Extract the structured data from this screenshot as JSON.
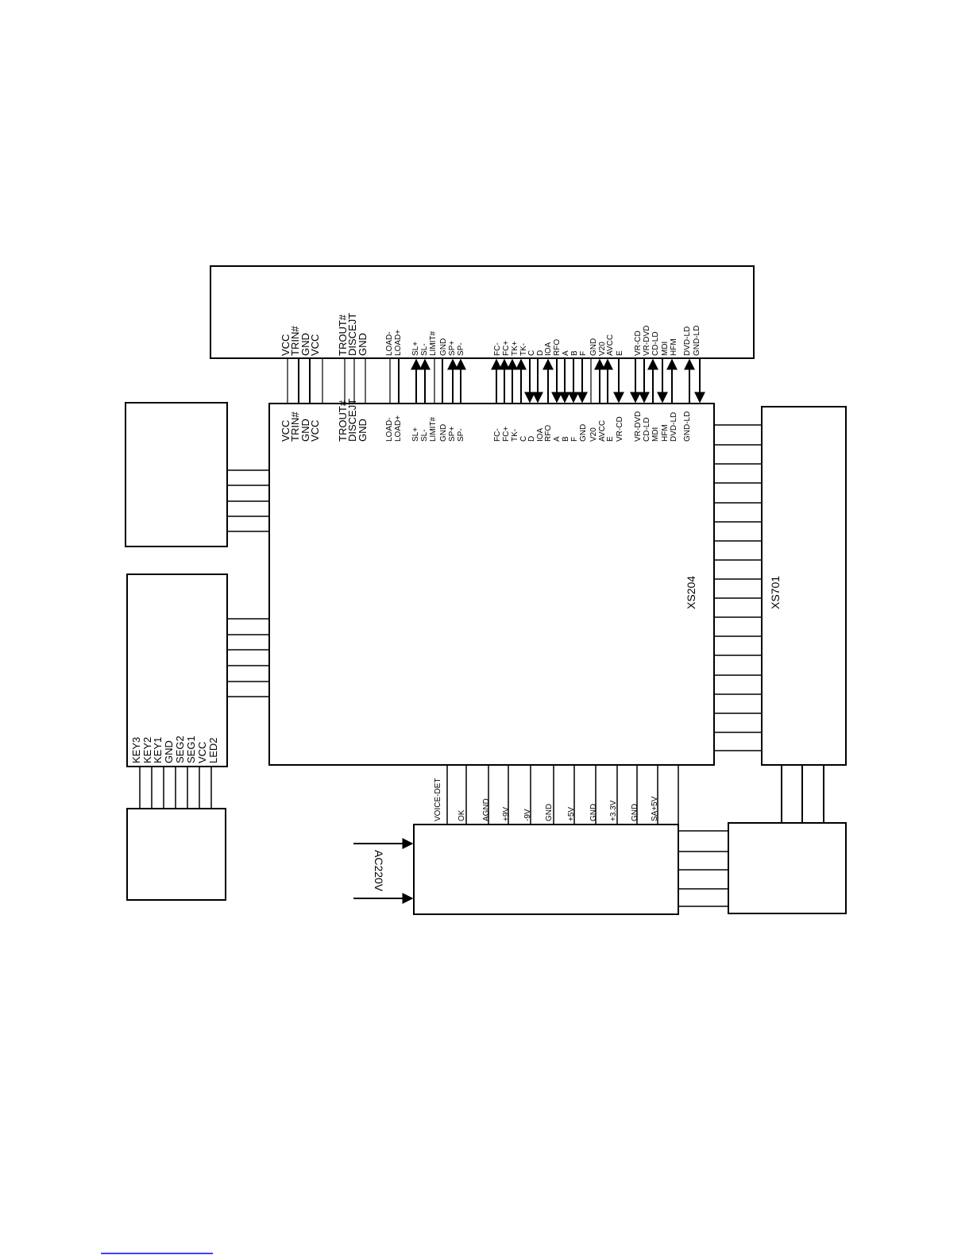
{
  "colors": {
    "ink": "#000000",
    "paper": "#ffffff",
    "footer_link": "#0000ff"
  },
  "connectors": {
    "xs204": "XS204",
    "xs701": "XS701",
    "ac_input": "AC220V"
  },
  "top_connector": {
    "upper_pins": [
      "VCC",
      "TRIN#",
      "GND",
      "VCC",
      "TROUT#",
      "DISCEJT",
      "GND",
      "LOAD-",
      "LOAD+",
      "SL+",
      "SL-",
      "LIMIT#",
      "GND",
      "SP+",
      "SP-",
      "FC-",
      "FC+",
      "TK+",
      "TK-",
      "C",
      "D",
      "IOA",
      "RFO",
      "A",
      "B",
      "F",
      "GND",
      "V20",
      "AVCC",
      "E",
      "VR-CD",
      "VR-DVD",
      "CD-LD",
      "MDI",
      "HFM",
      "DVD-LD",
      "GND-LD"
    ],
    "lower_pins": [
      "VCC",
      "TRIN#",
      "GND",
      "VCC",
      "TROUT#",
      "DISCEJT",
      "GND",
      "LOAD-",
      "LOAD+",
      "SL+",
      "SL-",
      "LIMIT#",
      "GND",
      "SP+",
      "SP-",
      "FC-",
      "FC+",
      "TK-",
      "C",
      "D",
      "IOA",
      "RFO",
      "A",
      "B",
      "F",
      "GND",
      "V20",
      "AVCC",
      "E",
      "VR-CD",
      "VR-DVD",
      "CD-LD",
      "MDI",
      "HFM",
      "DVD-LD",
      "GND-LD"
    ]
  },
  "power_connector": {
    "pins": [
      "VOICE-DET",
      "OK",
      "AGND",
      "+9V",
      "-9V",
      "GND",
      "+5V",
      "GND",
      "+3.3V",
      "GND",
      "SA+5V"
    ]
  },
  "panel_connector": {
    "pins": [
      "KEY3",
      "KEY2",
      "KEY1",
      "GND",
      "SEG2",
      "SEG1",
      "VCC",
      "LED2"
    ]
  }
}
